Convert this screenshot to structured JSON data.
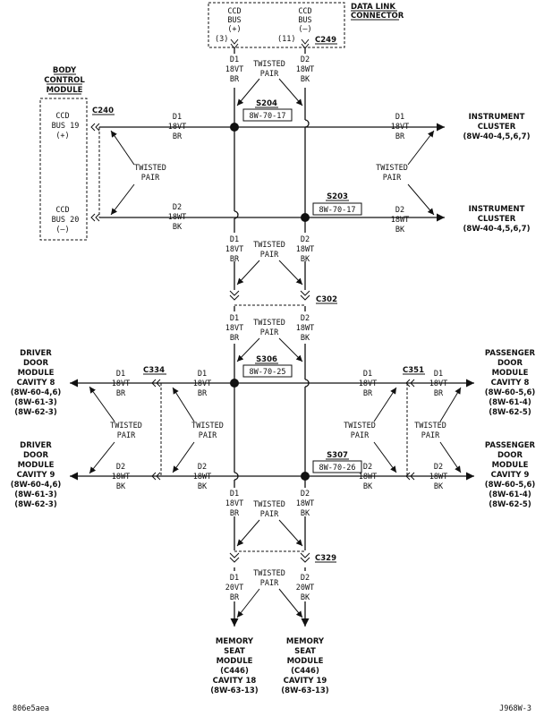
{
  "data_link_connector": {
    "title_1": "DATA LINK",
    "title_2": "CONNECTOR",
    "conn": "C249",
    "pin_plus_1": "CCD",
    "pin_plus_2": "BUS",
    "pin_plus_3": "(+)",
    "pin_minus_1": "CCD",
    "pin_minus_2": "BUS",
    "pin_minus_3": "(–)",
    "cav_left": "(3)",
    "cav_right": "(11)"
  },
  "body_control_module": {
    "title_1": "BODY",
    "title_2": "CONTROL",
    "title_3": "MODULE",
    "conn": "C240",
    "bus19_1": "CCD",
    "bus19_2": "BUS 19",
    "bus19_3": "(+)",
    "bus20_1": "CCD",
    "bus20_2": "BUS 20",
    "bus20_3": "(–)"
  },
  "wires": {
    "d1": "D1",
    "d2": "D2",
    "vt18": "18VT",
    "wt18": "18WT",
    "vt20": "20VT",
    "wt20": "20WT",
    "br": "BR",
    "bk": "BK",
    "twisted": "TWISTED",
    "pair": "PAIR"
  },
  "splices": {
    "s204": "S204",
    "s204_ref": "8W-70-17",
    "s203": "S203",
    "s203_ref": "8W-70-17",
    "s306": "S306",
    "s306_ref": "8W-70-25",
    "s307": "S307",
    "s307_ref": "8W-70-26"
  },
  "connectors": {
    "c302": "C302",
    "c334": "C334",
    "c351": "C351",
    "c329": "C329"
  },
  "instrument_cluster": {
    "line_1": "INSTRUMENT",
    "line_2": "CLUSTER",
    "line_3": "(8W-40-4,5,6,7)"
  },
  "driver_door": {
    "line_1": "DRIVER",
    "line_2": "DOOR",
    "line_3": "MODULE",
    "cav8": "CAVITY 8",
    "cav9": "CAVITY 9",
    "ref_1": "(8W-60-4,6)",
    "ref_2": "(8W-61-3)",
    "ref_3": "(8W-62-3)"
  },
  "passenger_door": {
    "line_1": "PASSENGER",
    "line_2": "DOOR",
    "line_3": "MODULE",
    "cav8": "CAVITY 8",
    "cav9": "CAVITY 9",
    "ref_1": "(8W-60-5,6)",
    "ref_2": "(8W-61-4)",
    "ref_3": "(8W-62-5)"
  },
  "memory_seat": {
    "line_1": "MEMORY",
    "line_2": "SEAT",
    "line_3": "MODULE",
    "conn": "(C446)",
    "cav18": "CAVITY 18",
    "cav19": "CAVITY 19",
    "ref": "(8W-63-13)"
  },
  "footer": {
    "left": "806e5aea",
    "right": "J968W-3"
  }
}
